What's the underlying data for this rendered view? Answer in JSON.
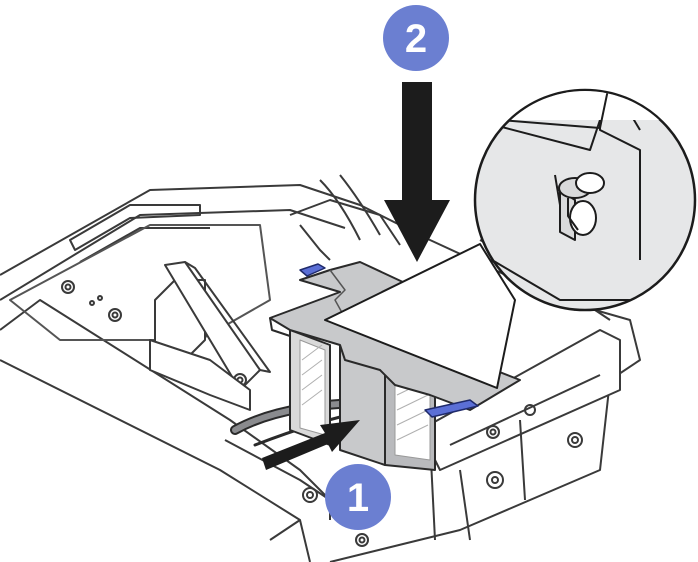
{
  "figure": {
    "callouts": [
      {
        "id": "step-1",
        "label": "1"
      },
      {
        "id": "step-2",
        "label": "2"
      }
    ],
    "colors": {
      "callout_fill": "#6b7fd1",
      "callout_text": "#ffffff",
      "arrow": "#1c1c1c",
      "part_fill": "#c8c9cb",
      "part_dark": "#9d9fa2",
      "blue_tab": "#5b6fd6",
      "outline": "#2a2a2a",
      "zoom_fill": "#e6e7e8"
    },
    "icons": [
      "push-arrow",
      "press-down-arrow",
      "zoom-callout"
    ]
  }
}
